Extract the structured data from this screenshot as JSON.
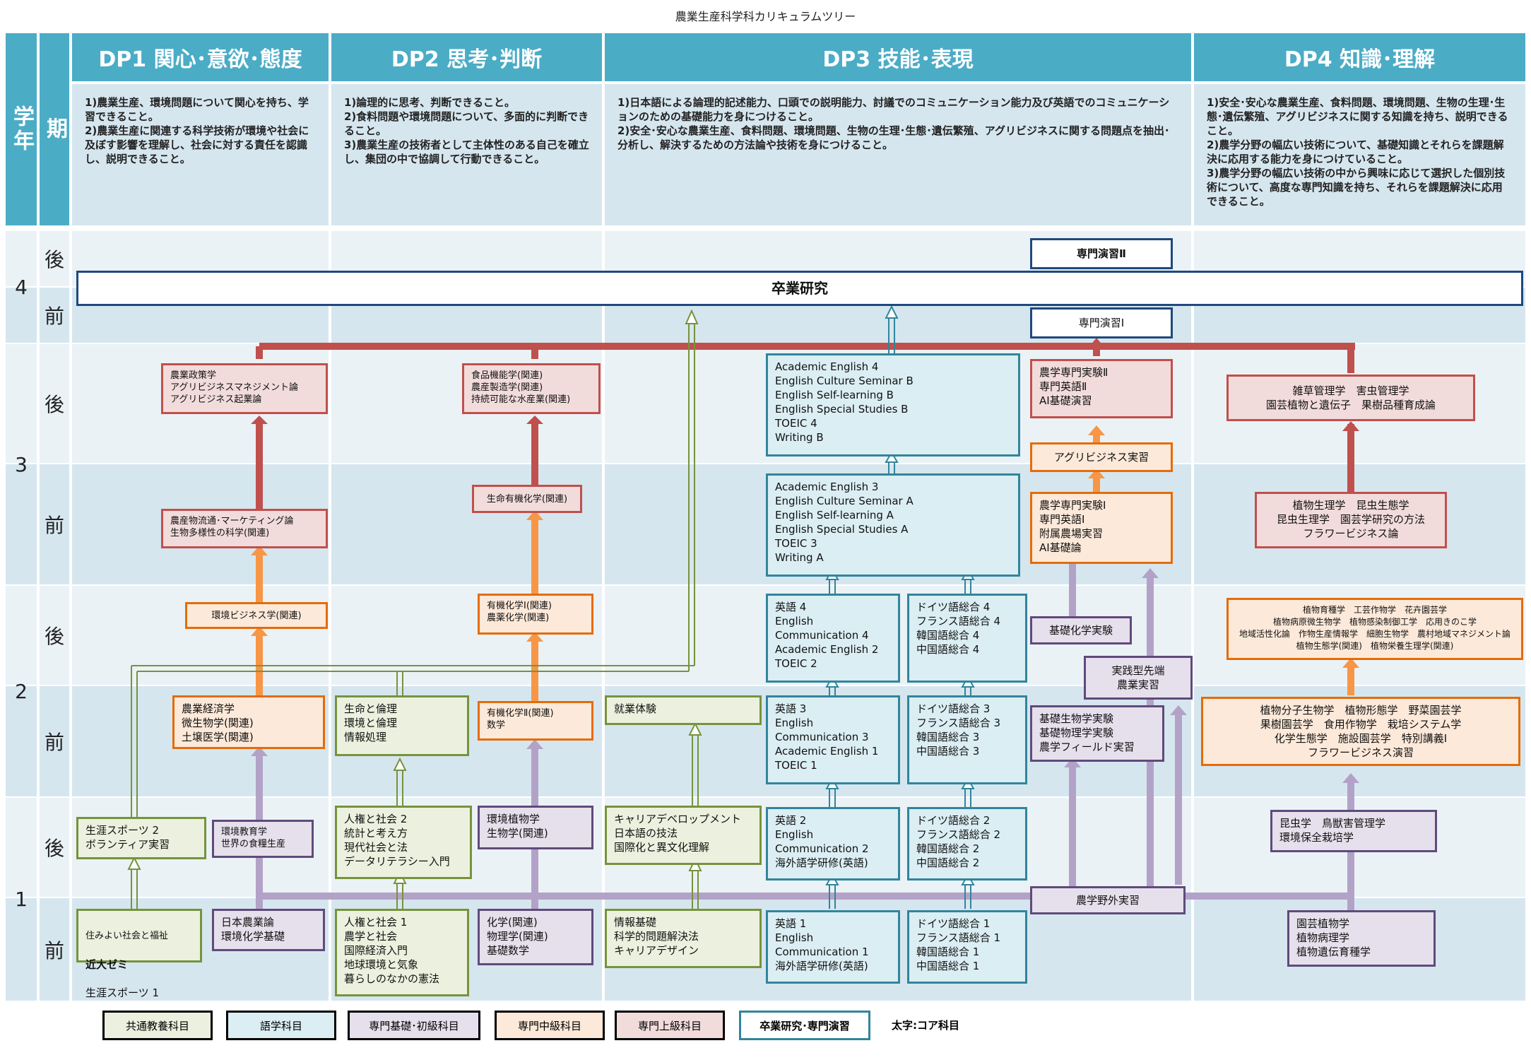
{
  "title": "農業生産科学科カリキュラムツリー",
  "side": {
    "year_label": "学年",
    "term_label": "期"
  },
  "dp": [
    {
      "label": "DP1 関心･意欲･態度",
      "desc": "1)農業生産、環境問題について関心を持ち、学習できること。\n2)農業生産に関連する科学技術が環境や社会に及ぼす影響を理解し、社会に対する責任を認識し、説明できること。"
    },
    {
      "label": "DP2 思考･判断",
      "desc": "1)論理的に思考、判断できること。\n2)食料問題や環境問題について、多面的に判断できること。\n3)農業生産の技術者として主体性のある自己を確立し、集団の中で協調して行動できること。"
    },
    {
      "label": "DP3 技能･表現",
      "desc": "1)日本語による論理的記述能力、口頭での説明能力、討議でのコミュニケーション能力及び英語でのコミュニケーションのための基礎能力を身につけること。\n2)安全･安心な農業生産、食料問題、環境問題、生物の生理･生態･遺伝繁殖、アグリビジネスに関する問題点を抽出･分析し、解決するための方法論や技術を身につけること。"
    },
    {
      "label": "DP4 知識･理解",
      "desc": "1)安全･安心な農業生産、食料問題、環境問題、生物の生理･生態･遺伝繁殖、アグリビジネスに関する知識を持ち、説明できること。\n2)農学分野の幅広い技術について、基礎知識とそれらを課題解決に応用する能力を身につけていること。\n3)農学分野の幅広い技術の中から興味に応じて選択した個別技術について、高度な専門知識を持ち、それらを課題解決に応用できること。"
    }
  ],
  "years": [
    "4",
    "3",
    "2",
    "1"
  ],
  "terms": {
    "late": "後",
    "early": "前"
  },
  "boxes": {
    "sotsugyo": "卒業研究",
    "senmon2": "専門演習Ⅱ",
    "senmon1": "専門演習Ⅰ",
    "y3l_dp1": "農業政策学\nアグリビジネスマネジメント論\nアグリビジネス起業論",
    "y3l_dp2": "食品機能学(関連)\n農産製造学(関連)\n持続可能な水産業(関連)",
    "y3l_eng": "Academic English 4\nEnglish Culture Seminar B\nEnglish Self-learning B\nEnglish Special Studies B\nTOEIC 4\nWriting B",
    "y3l_jikken": "農学専門実験Ⅱ\n専門英語Ⅱ\nAI基礎演習",
    "y3l_dp4": "雑草管理学　害虫管理学\n園芸植物と遺伝子　果樹品種育成論",
    "agri_jisshu": "アグリビジネス実習",
    "y3e_dp1": "農産物流通･マーケティング論\n生物多様性の科学(関連)",
    "y3e_dp2": "生命有機化学(関連)",
    "y3e_eng": "Academic English 3\nEnglish Culture Seminar A\nEnglish Self-learning A\nEnglish Special Studies A\nTOEIC 3\nWriting A",
    "y3e_jikken": "農学専門実験Ⅰ\n専門英語Ⅰ\n附属農場実習\nAI基礎論",
    "y3e_dp4": "植物生理学　昆虫生態学\n昆虫生理学　園芸学研究の方法\nフラワービジネス論",
    "y2l_dp1": "環境ビジネス学(関連)",
    "y2l_dp2": "有機化学Ⅰ(関連)\n農薬化学(関連)",
    "y2l_eng": "英語 4\nEnglish\nCommunication 4\nAcademic English 2\nTOEIC 2",
    "y2l_lang": "ドイツ語総合 4\nフランス語総合 4\n韓国語総合 4\n中国語総合 4",
    "kiso_kagaku": "基礎化学実験",
    "jissen": "実践型先端\n農業実習",
    "y2l_dp4": "植物育種学　工芸作物学　花卉園芸学\n植物病原微生物学　植物感染制御工学　応用きのこ学\n地域活性化論　作物生産情報学　細胞生物学　農村地域マネジメント論　植物生態学(関連)　植物栄養生理学(関連)",
    "y2e_dp1": "農業経済学\n微生物学(関連)\n土壌医学(関連)",
    "y2e_gen": "生命と倫理\n環境と倫理\n情報処理",
    "y2e_dp2": "有機化学Ⅱ(関連)\n数学",
    "shugyo": "就業体験",
    "y2e_eng": "英語 3\nEnglish\nCommunication 3\nAcademic English 1\nTOEIC 1",
    "y2e_lang": "ドイツ語総合 3\nフランス語総合 3\n韓国語総合 3\n中国語総合 3",
    "kiso_seibutsu": "基礎生物学実験\n基礎物理学実験\n農学フィールド実習",
    "y2e_dp4": "植物分子生物学　植物形態学　野菜園芸学\n果樹園芸学　食用作物学　栽培システム学\n化学生態学　施設園芸学　特別講義Ⅰ\nフラワービジネス演習",
    "y1l_sports": "生涯スポーツ 2\nボランティア実習",
    "y1l_env": "環境教育学\n世界の食糧生産",
    "y1l_gen": "人権と社会 2\n統計と考え方\n現代社会と法\nデータリテラシー入門",
    "y1l_dp2": "環境植物学\n生物学(関連)",
    "y1l_career": "キャリアデベロップメント\n日本語の技法\n国際化と異文化理解",
    "y1l_eng": "英語 2\nEnglish\nCommunication 2\n海外語学研修(英語)",
    "y1l_lang": "ドイツ語総合 2\nフランス語総合 2\n韓国語総合 2\n中国語総合 2",
    "y1l_dp4": "昆虫学　鳥獣害管理学\n環境保全栽培学",
    "nogaku_yagai": "農学野外実習",
    "y1e_sumi": "住みよい社会と福祉",
    "y1e_kindai": "近大ゼミ",
    "y1e_sports": "生涯スポーツ 1",
    "y1e_nihon": "日本農業論\n環境化学基礎",
    "y1e_gen": "人権と社会 1\n農学と社会\n国際経済入門\n地球環境と気象\n暮らしのなかの憲法",
    "y1e_dp2": "化学(関連)\n物理学(関連)\n基礎数学",
    "y1e_info": "情報基礎\n科学的問題解決法\nキャリアデザイン",
    "y1e_eng": "英語 1\nEnglish\nCommunication 1\n海外語学研修(英語)",
    "y1e_lang": "ドイツ語総合 1\nフランス語総合 1\n韓国語総合 1\n中国語総合 1",
    "y1e_dp4": "園芸植物学\n植物病理学\n植物遺伝育種学"
  },
  "legend": [
    "共通教養科目",
    "語学科目",
    "専門基礎･初級科目",
    "専門中級科目",
    "専門上級科目",
    "卒業研究･専門演習",
    "太字:コア科目"
  ],
  "colors": {
    "header": "#4bacc6",
    "green": "#77933c",
    "blue": "#31859c",
    "purple": "#8064a2",
    "orange": "#f79646",
    "red": "#c0504d"
  }
}
